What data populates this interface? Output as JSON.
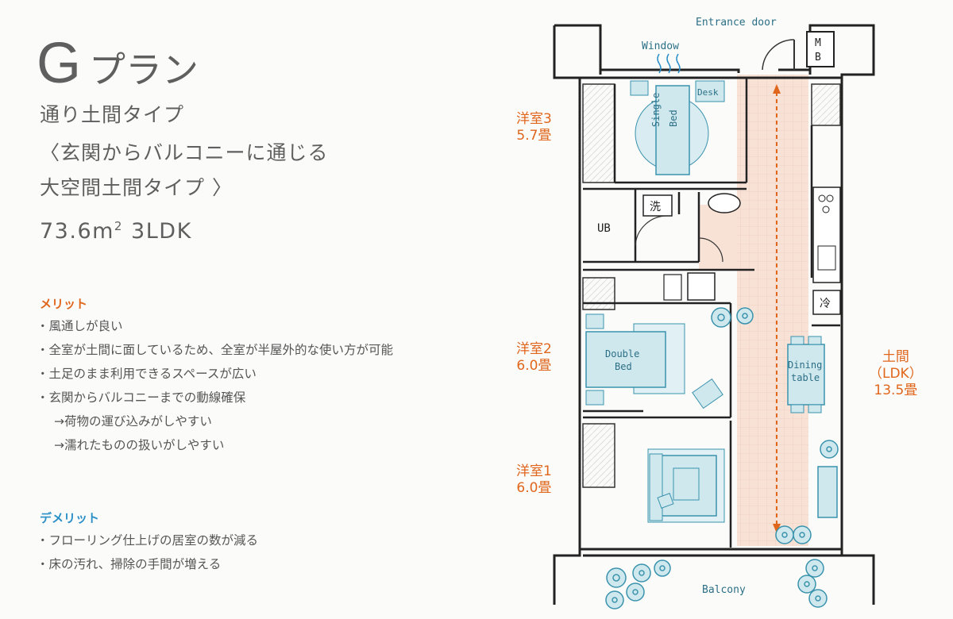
{
  "plan": {
    "letter": "G",
    "word": "プラン",
    "subtitle_1": "通り土間タイプ",
    "subtitle_2": "〈玄関からバルコニーに通じる",
    "subtitle_3": "大空間土間タイプ 〉",
    "area_value": "73.6m",
    "area_sup": "2",
    "layout_type": " 3LDK"
  },
  "merit": {
    "heading": "メリット",
    "items": [
      "・風通しが良い",
      "・全室が土間に面しているため、全室が半屋外的な使い方が可能",
      "・土足のまま利用できるスペースが広い",
      "・玄関からバルコニーまでの動線確保",
      "→荷物の運び込みがしやすい",
      "→濡れたものの扱いがしやすい"
    ]
  },
  "demerit": {
    "heading": "デメリット",
    "items": [
      "・フローリング仕上げの居室の数が減る",
      "・床の汚れ、掃除の手間が増える"
    ]
  },
  "rooms": {
    "room3": {
      "name": "洋室3",
      "size": "5.7畳"
    },
    "room2": {
      "name": "洋室2",
      "size": "6.0畳"
    },
    "room1": {
      "name": "洋室1",
      "size": "6.0畳"
    },
    "doma": {
      "name": "土間",
      "sub": "（LDK）",
      "size": "13.5畳"
    }
  },
  "floorplan": {
    "entrance": "Entrance door",
    "window": "Window",
    "desk": "Desk",
    "single_bed_1": "Single",
    "single_bed_2": "Bed",
    "double_bed_1": "Double",
    "double_bed_2": "Bed",
    "dining_1": "Dining",
    "dining_2": "table",
    "balcony": "Balcony",
    "mb_1": "M",
    "mb_2": "B",
    "ub": "UB",
    "wash": "洗",
    "fridge": "冷"
  },
  "colors": {
    "accent_orange": "#e0661c",
    "accent_blue": "#2b8fc7",
    "doma_fill": "#f8e2d6",
    "furniture_fill": "#cfe8ee",
    "furniture_stroke": "#3a93ad",
    "wall": "#222222"
  }
}
